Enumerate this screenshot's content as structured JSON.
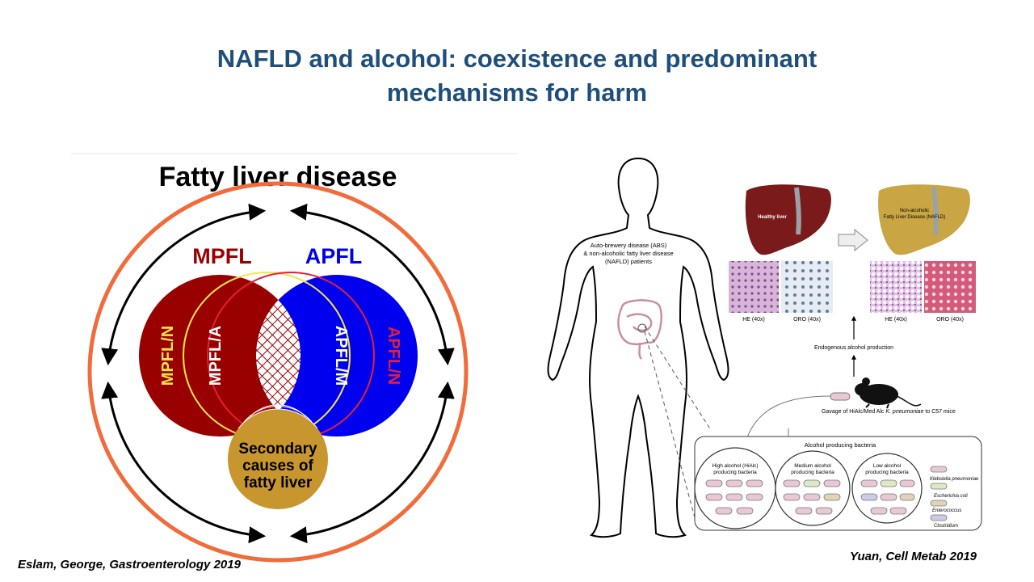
{
  "title": {
    "line1": "NAFLD and alcohol: coexistence and predominant",
    "line2": "mechanisms for harm"
  },
  "left_figure": {
    "heading": "Fatty liver disease",
    "mpfl": "MPFL",
    "apfl": "APFL",
    "mpfl_n": "MPFL/N",
    "mpfl_a": "MPFL/A",
    "apfl_m": "APFL/M",
    "apfl_n": "APFL/N",
    "secondary": [
      "Secondary",
      "causes of",
      "fatty liver"
    ],
    "colors": {
      "mpfl": "#990000",
      "apfl": "#0000EE",
      "ring": "#F26B3A",
      "secondary": "#C8962E",
      "yellow": "#F5E64A"
    }
  },
  "right_figure": {
    "patient_label": [
      "Auto-brewery disease (ABS)",
      "& non-alcoholic fatty liver disease",
      "(NAFLD) patients"
    ],
    "healthy_liver": "Healthy liver",
    "nafld_liver": [
      "Non-alcoholic",
      "Fatty Liver Disease (NAFLD)"
    ],
    "he_left": "HE (40x)",
    "oro_left": "ORO (40x)",
    "he_right": "HE (40x)",
    "oro_right": "ORO (40x)",
    "endogenous": "Endogenous alcohol production",
    "gavage_prefix": "Gavage of HiAlc/Med Alc ",
    "gavage_species": "K. pneumoniae",
    "gavage_suffix": " to C57 mice",
    "bacteria_title": "Alcohol producing bacteria",
    "group_high": [
      "High alcohol (HiAlc)",
      "producing bacteria"
    ],
    "group_medium": [
      "Medium alcohol",
      "producing bacteria"
    ],
    "group_low": [
      "Low alcohol",
      "producing bacteria"
    ],
    "legend": [
      "Klebsiella pneumoniae",
      "Escherichia coli",
      "Enterococcus",
      "Clostridium"
    ]
  },
  "citations": {
    "left": "Eslam, George, Gastroenterology 2019",
    "right": "Yuan, Cell Metab 2019"
  }
}
